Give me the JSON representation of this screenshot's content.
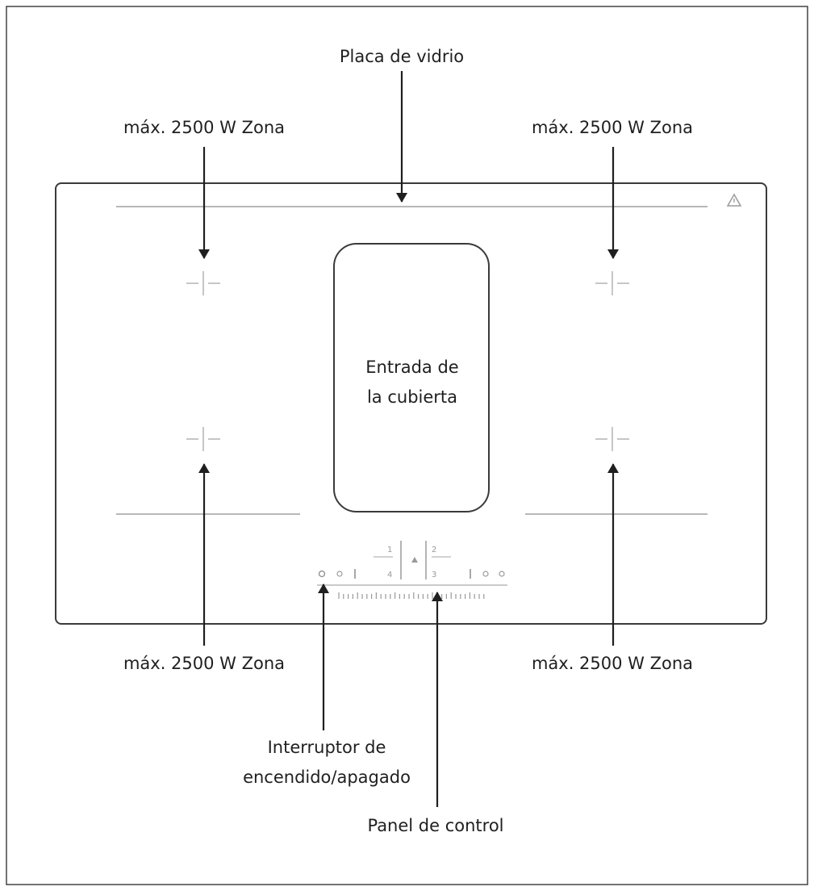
{
  "labels": {
    "glass_plate": "Placa de vidrio",
    "zone_top_left": "máx. 2500 W Zona",
    "zone_top_right": "máx. 2500 W Zona",
    "zone_bottom_left": "máx. 2500 W Zona",
    "zone_bottom_right": "máx. 2500 W Zona",
    "cover_inlet_line1": "Entrada de",
    "cover_inlet_line2": "la cubierta",
    "power_switch_line1": "Interruptor de",
    "power_switch_line2": "encendido/apagado",
    "control_panel": "Panel de control"
  },
  "icons": {
    "warning": "warning-triangle-icon",
    "crosshair": "zone-center-crosshair-icon",
    "power": "power-icon",
    "lock": "lock-icon",
    "timer": "timer-icon",
    "flex_zone": "flex-zone-icon",
    "boost": "boost-icon",
    "pause": "pause-icon"
  },
  "colors": {
    "ink": "#1f1f1f",
    "hob_outline": "#3a3a3a",
    "faint_marks": "#b8b8b8",
    "background": "#ffffff"
  }
}
